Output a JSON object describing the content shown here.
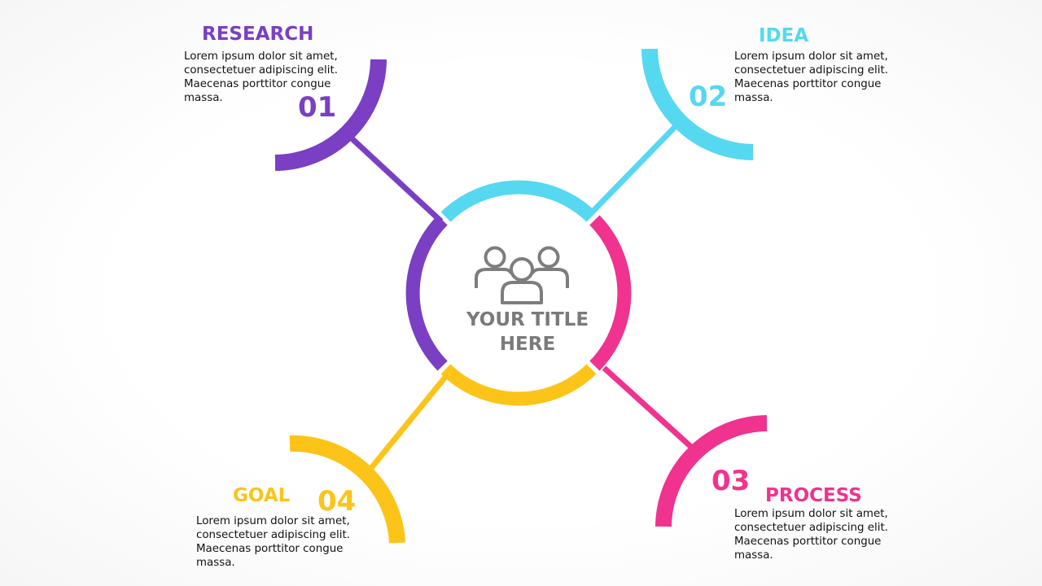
{
  "center": {
    "icon": "people-group-icon",
    "title": "YOUR TITLE HERE"
  },
  "steps": [
    {
      "number": "01",
      "title": "RESEARCH",
      "text": "Lorem ipsum dolor sit amet, consectetuer adipiscing elit. Maecenas porttitor congue massa.",
      "color": "#7a3fc2"
    },
    {
      "number": "02",
      "title": "IDEA",
      "text": "Lorem ipsum dolor sit amet, consectetuer adipiscing elit. Maecenas porttitor congue massa.",
      "color": "#56d8f0"
    },
    {
      "number": "03",
      "title": "PROCESS",
      "text": "Lorem ipsum dolor sit amet, consectetuer adipiscing elit. Maecenas porttitor congue massa.",
      "color": "#f0338e"
    },
    {
      "number": "04",
      "title": "GOAL",
      "text": "Lorem ipsum dolor sit amet, consectetuer adipiscing elit. Maecenas porttitor congue massa.",
      "color": "#fcc419"
    }
  ]
}
